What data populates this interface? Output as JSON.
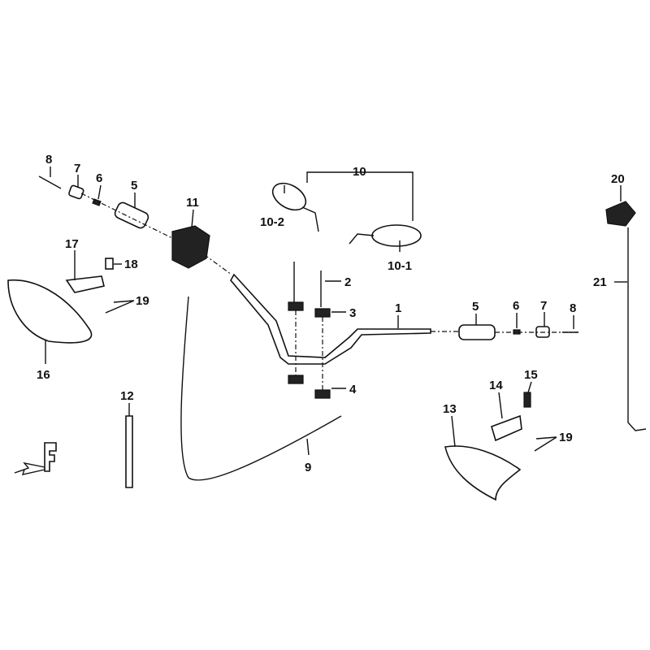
{
  "diagram": {
    "title_icon": "front-direction-arrow",
    "front_marker": "F",
    "callouts": [
      {
        "id": "c8a",
        "text": "8"
      },
      {
        "id": "c7a",
        "text": "7"
      },
      {
        "id": "c6a",
        "text": "6"
      },
      {
        "id": "c5a",
        "text": "5"
      },
      {
        "id": "c11",
        "text": "11"
      },
      {
        "id": "c10",
        "text": "10"
      },
      {
        "id": "c10_2",
        "text": "10-2"
      },
      {
        "id": "c10_1",
        "text": "10-1"
      },
      {
        "id": "c20",
        "text": "20"
      },
      {
        "id": "c17",
        "text": "17"
      },
      {
        "id": "c18",
        "text": "18"
      },
      {
        "id": "c19a",
        "text": "19"
      },
      {
        "id": "c2",
        "text": "2"
      },
      {
        "id": "c3",
        "text": "3"
      },
      {
        "id": "c1",
        "text": "1"
      },
      {
        "id": "c5b",
        "text": "5"
      },
      {
        "id": "c6b",
        "text": "6"
      },
      {
        "id": "c7b",
        "text": "7"
      },
      {
        "id": "c8b",
        "text": "8"
      },
      {
        "id": "c21",
        "text": "21"
      },
      {
        "id": "c16",
        "text": "16"
      },
      {
        "id": "c4",
        "text": "4"
      },
      {
        "id": "c12",
        "text": "12"
      },
      {
        "id": "c15",
        "text": "15"
      },
      {
        "id": "c14",
        "text": "14"
      },
      {
        "id": "c13",
        "text": "13"
      },
      {
        "id": "c19b",
        "text": "19"
      },
      {
        "id": "c9",
        "text": "9"
      }
    ]
  }
}
